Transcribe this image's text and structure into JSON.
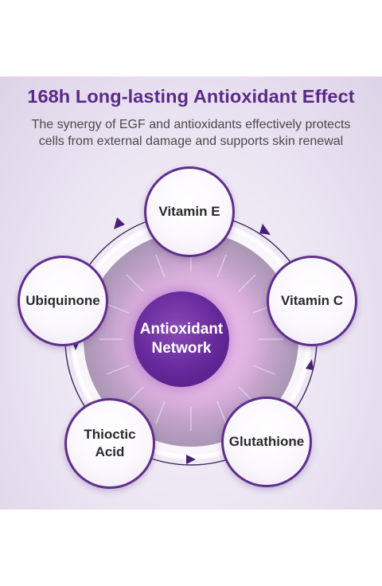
{
  "header": {
    "title": "168h Long-lasting Antioxidant Effect",
    "subtitle_line1": "The synergy of EGF and antioxidants effectively protects",
    "subtitle_line2": "cells from external damage and supports skin renewal"
  },
  "center": {
    "line1": "Antioxidant",
    "line2": "Network"
  },
  "nodes": [
    {
      "line1": "Vitamin E",
      "line2": ""
    },
    {
      "line1": "Vitamin C",
      "line2": ""
    },
    {
      "line1": "Glutathione",
      "line2": ""
    },
    {
      "line1": "Thioctic",
      "line2": "Acid"
    },
    {
      "line1": "Ubiquinone",
      "line2": ""
    }
  ],
  "colors": {
    "accent": "#5f2e8c",
    "title": "#5a2a86",
    "center_fill": "#65289a"
  }
}
